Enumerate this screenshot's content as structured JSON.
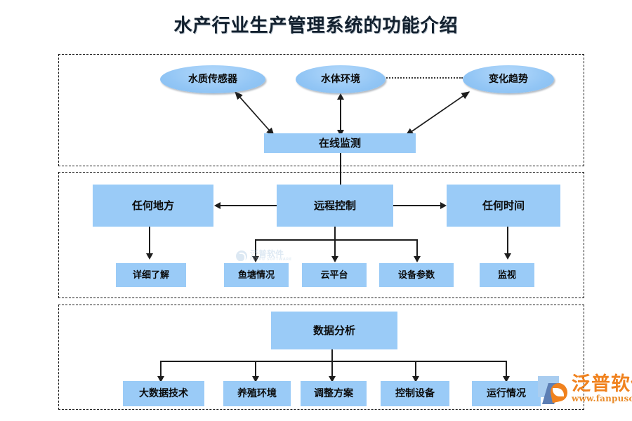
{
  "page": {
    "title": "水产行业生产管理系统的功能介绍",
    "background_color": "#ffffff",
    "node_fill_color": "#9ACBF7",
    "line_color": "#1d1d1d",
    "section_border_style": "dashed"
  },
  "sections": [
    {
      "name": "online-monitoring-section"
    },
    {
      "name": "remote-control-section"
    },
    {
      "name": "data-analysis-section"
    }
  ],
  "nodes": {
    "water_quality_sensor": "水质传感器",
    "water_environment": "水体环境",
    "change_trend": "变化趋势",
    "online_monitoring": "在线监测",
    "anywhere": "任何地方",
    "remote_control": "远程控制",
    "anytime": "任何时间",
    "detail_understanding": "详细了解",
    "fish_pond_status": "鱼塘情况",
    "cloud_platform": "云平台",
    "device_parameters": "设备参数",
    "monitoring": "监视",
    "data_analysis": "数据分析",
    "big_data_tech": "大数据技术",
    "breeding_environment": "养殖环境",
    "adjustment_plan": "调整方案",
    "control_device": "控制设备",
    "running_status": "运行情况"
  },
  "watermark": {
    "center_cn": "泛普软件",
    "center_en": "FANPU SOFTWARE",
    "brand_cn": "泛普软件",
    "brand_url": "www.fanpusoft.com",
    "brand_color": "#f0821e"
  }
}
